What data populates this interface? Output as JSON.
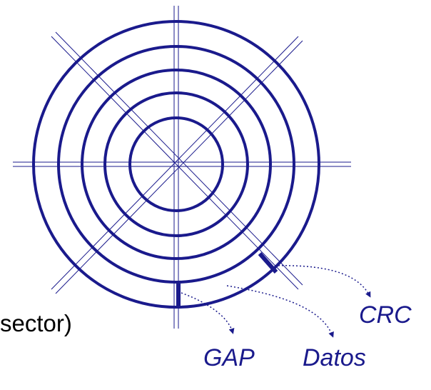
{
  "colors": {
    "disk": "#1a1a8c",
    "text_label": "#1a1a8c",
    "arrow": "#1a1a8c",
    "caption": "#000000"
  },
  "labels": {
    "crc": "CRC",
    "gap": "GAP",
    "datos": "Datos",
    "sector_caption": "sector)"
  },
  "tracks": 5,
  "sector_lines": [
    "vertical",
    "horizontal",
    "diagonal-45",
    "diagonal-135"
  ]
}
